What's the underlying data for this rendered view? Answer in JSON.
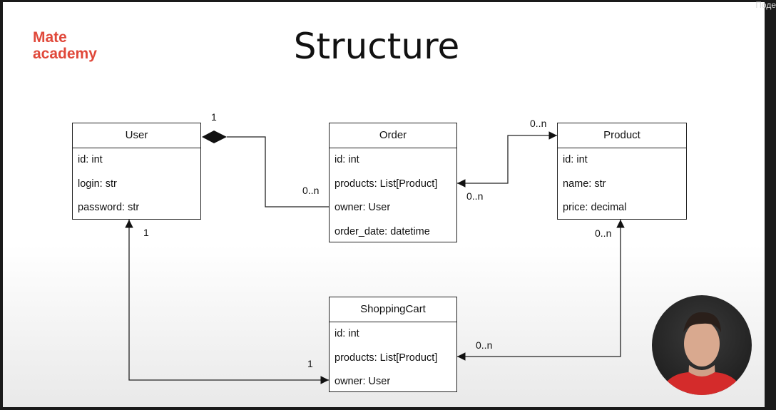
{
  "logo": {
    "line1": "Mate",
    "line2": "academy"
  },
  "title": "Structure",
  "corner_text": "Поде",
  "classes": {
    "user": {
      "name": "User",
      "attrs": [
        "id: int",
        "login: str",
        "password: str"
      ]
    },
    "order": {
      "name": "Order",
      "attrs": [
        "id: int",
        "products: List[Product]",
        "owner: User",
        "order_date: datetime"
      ]
    },
    "product": {
      "name": "Product",
      "attrs": [
        "id: int",
        "name: str",
        "price: decimal"
      ]
    },
    "cart": {
      "name": "ShoppingCart",
      "attrs": [
        "id: int",
        "products: List[Product]",
        "owner: User"
      ]
    }
  },
  "multiplicities": {
    "user_order_one": "1",
    "user_order_many": "0..n",
    "order_product_product": "0..n",
    "order_product_order": "0..n",
    "user_cart_user": "1",
    "user_cart_cart": "1",
    "product_cart_product": "0..n",
    "product_cart_cart": "0..n"
  },
  "colors": {
    "brand": "#e0483a",
    "line": "#222222"
  }
}
